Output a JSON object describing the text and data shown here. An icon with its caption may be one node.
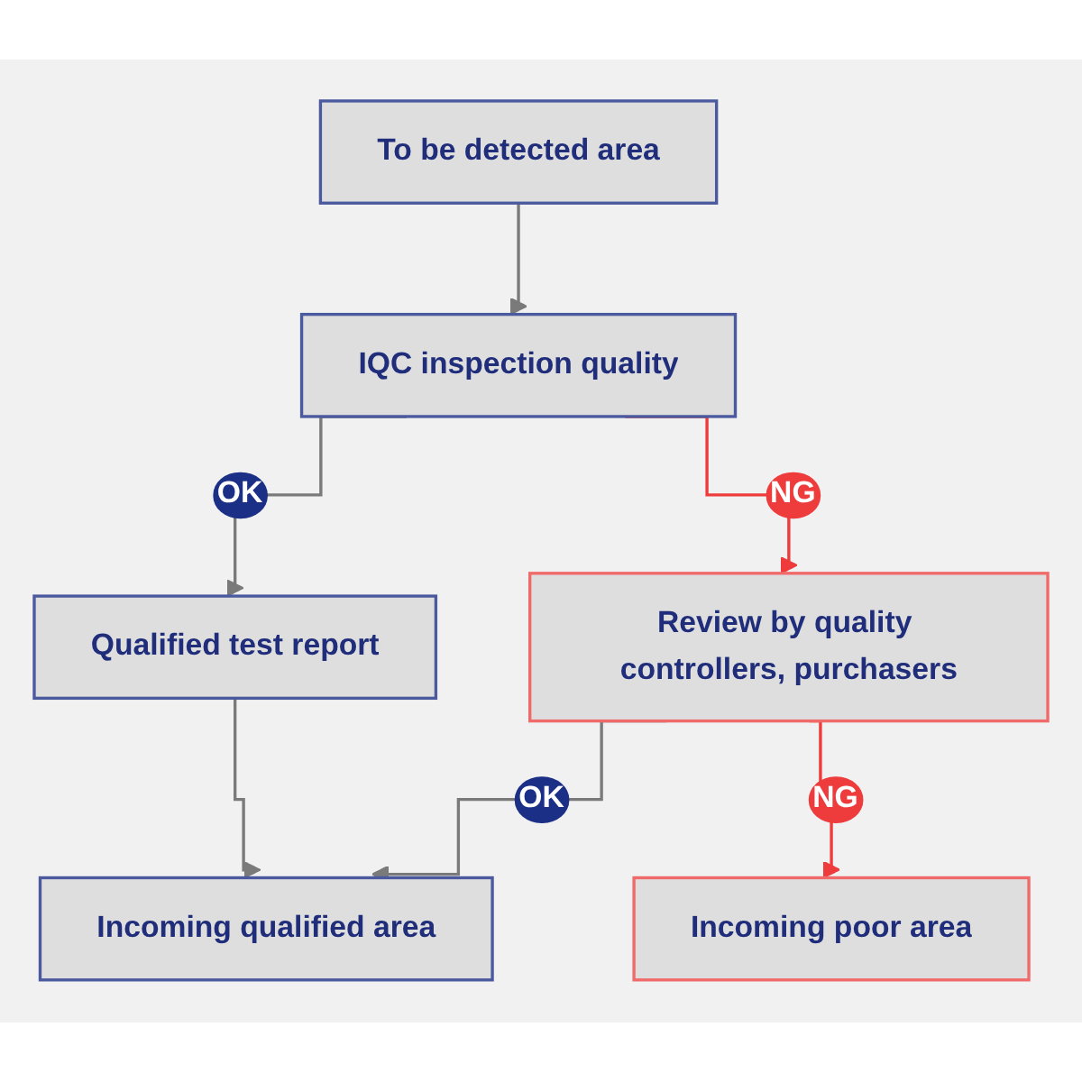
{
  "diagram": {
    "nodes": [
      {
        "text": [
          "To be detected area"
        ]
      },
      {
        "text": [
          "IQC inspection quality"
        ]
      },
      {
        "text": [
          "Incoming qualified area"
        ]
      },
      {
        "text": [
          "Qualified test report"
        ]
      },
      {
        "text": [
          "Incoming poor area"
        ]
      },
      {
        "text": [
          "Review by quality controllers, purchasers"
        ]
      }
    ],
    "edges": [
      {
        "from": 0,
        "to": 1,
        "arrow": "to"
      },
      {
        "from": 1,
        "to": 3,
        "arrow": "to",
        "label": "OK"
      },
      {
        "from": 1,
        "to": 5,
        "arrow": "to",
        "label": "NG",
        "color": "#ee3b3b"
      },
      {
        "from": 3,
        "to": 2,
        "arrow": "to"
      },
      {
        "from": 5,
        "to": 2,
        "arrow": "to",
        "label": "OK"
      },
      {
        "from": 5,
        "to": 4,
        "arrow": "to",
        "label": "NG",
        "color": "#ee3b3b"
      }
    ]
  }
}
